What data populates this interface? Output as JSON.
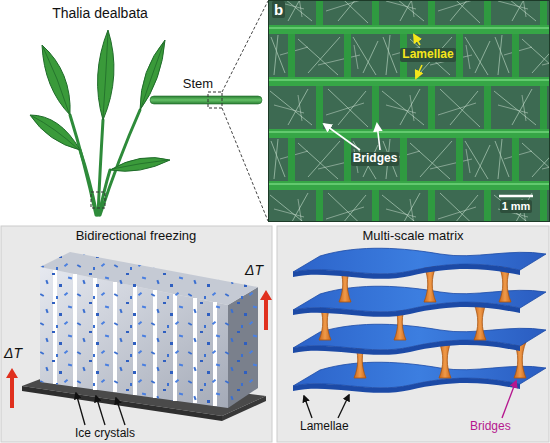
{
  "diagram": {
    "labels": [
      "Thalia dealbata",
      "Stem",
      "b",
      "Lamellae",
      "Bridges",
      "1 mm",
      "Bidirectional freezing",
      "ΔT",
      "ΔT",
      "Ice crystals",
      "Multi-scale matrix",
      "Lamellae",
      "Bridges"
    ]
  }
}
